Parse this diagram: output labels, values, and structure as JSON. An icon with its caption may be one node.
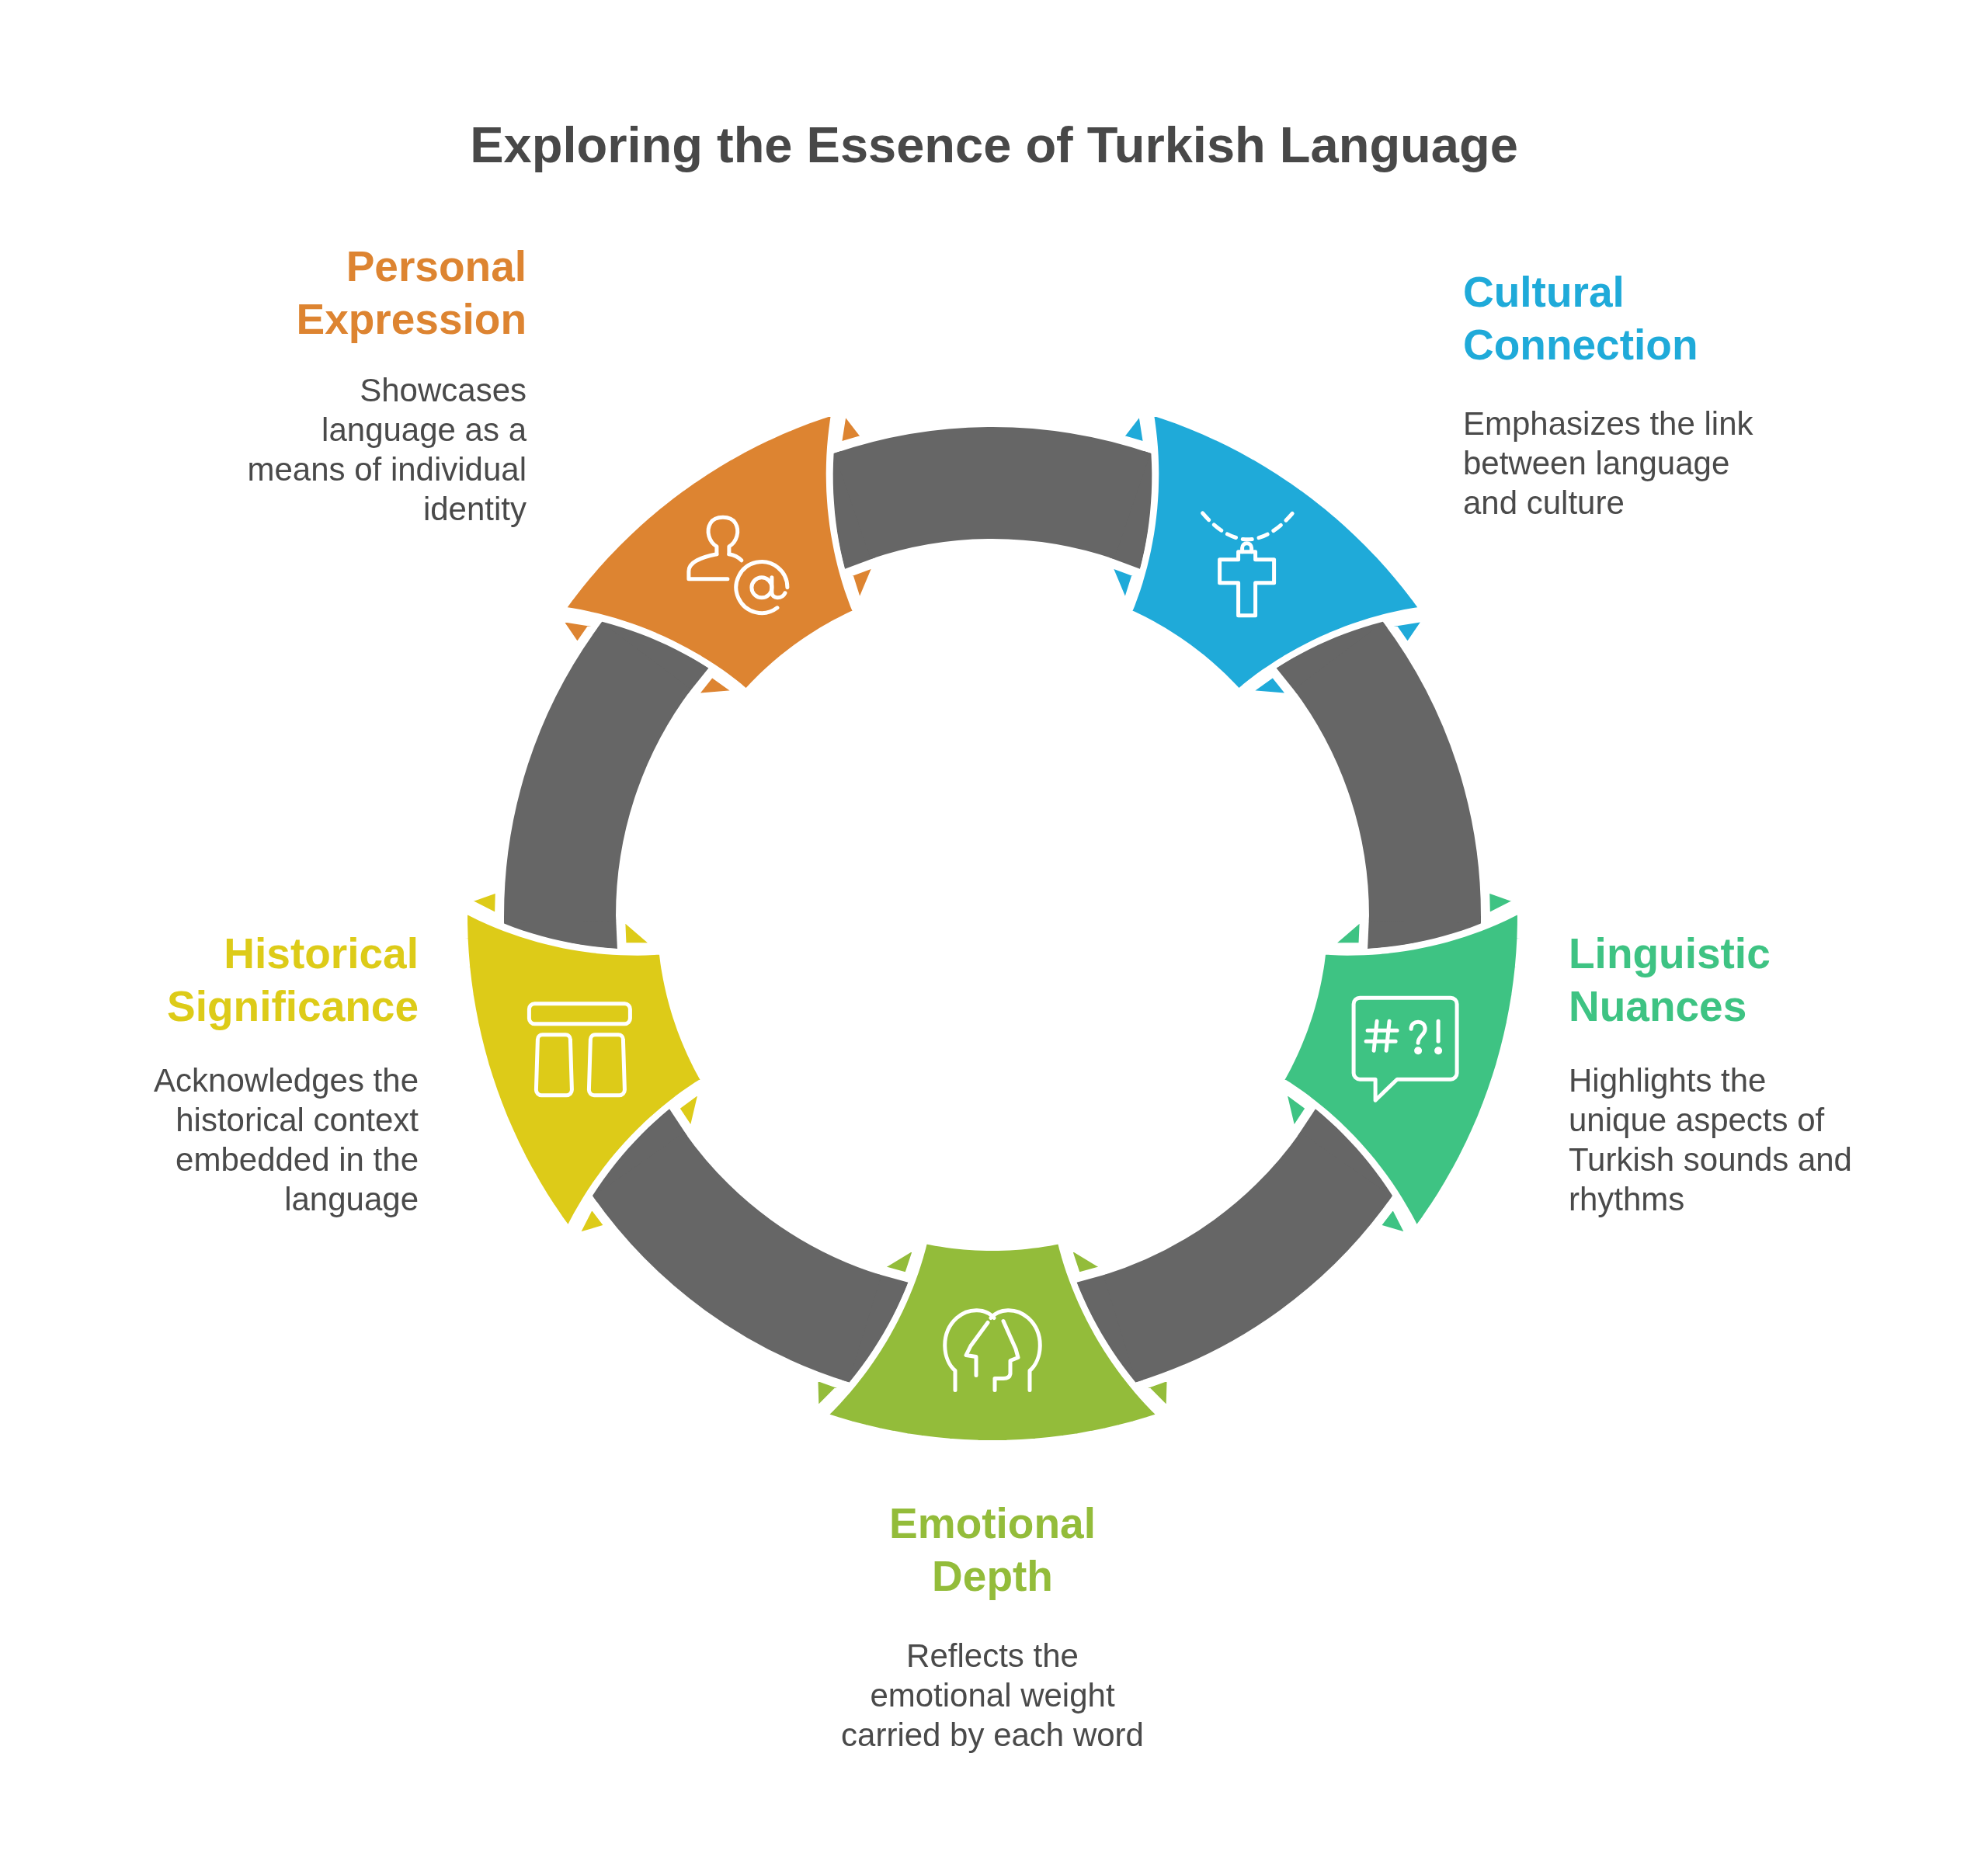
{
  "diagram": {
    "title": "Exploring the Essence of Turkish Language",
    "nodes": [
      {
        "text": [],
        "shape": "band",
        "beside": [
          "Personal Expression",
          "Showcases language as a means of individual identity"
        ]
      },
      {
        "text": [],
        "shape": "band",
        "beside": [
          "Cultural Connection",
          "Emphasizes the link between language and culture"
        ]
      },
      {
        "text": [],
        "shape": "band",
        "beside": [
          "Historical Significance",
          "Acknowledges the historical context embedded in the language"
        ]
      },
      {
        "text": [],
        "shape": "band",
        "beside": [
          "Linguistic Nuances",
          "Highlights the unique aspects of Turkish sounds and rhythms"
        ]
      },
      {
        "text": [],
        "shape": "band",
        "beside": [
          "Emotional Depth",
          "Reflects the emotional weight carried by each word"
        ]
      }
    ],
    "edges": [
      {
        "from": 0,
        "to": 1,
        "arrow": "none"
      },
      {
        "from": 1,
        "to": 3,
        "arrow": "none"
      },
      {
        "from": 3,
        "to": 4,
        "arrow": "none"
      },
      {
        "from": 4,
        "to": 2,
        "arrow": "none"
      },
      {
        "from": 2,
        "to": 0,
        "arrow": "none"
      }
    ]
  }
}
